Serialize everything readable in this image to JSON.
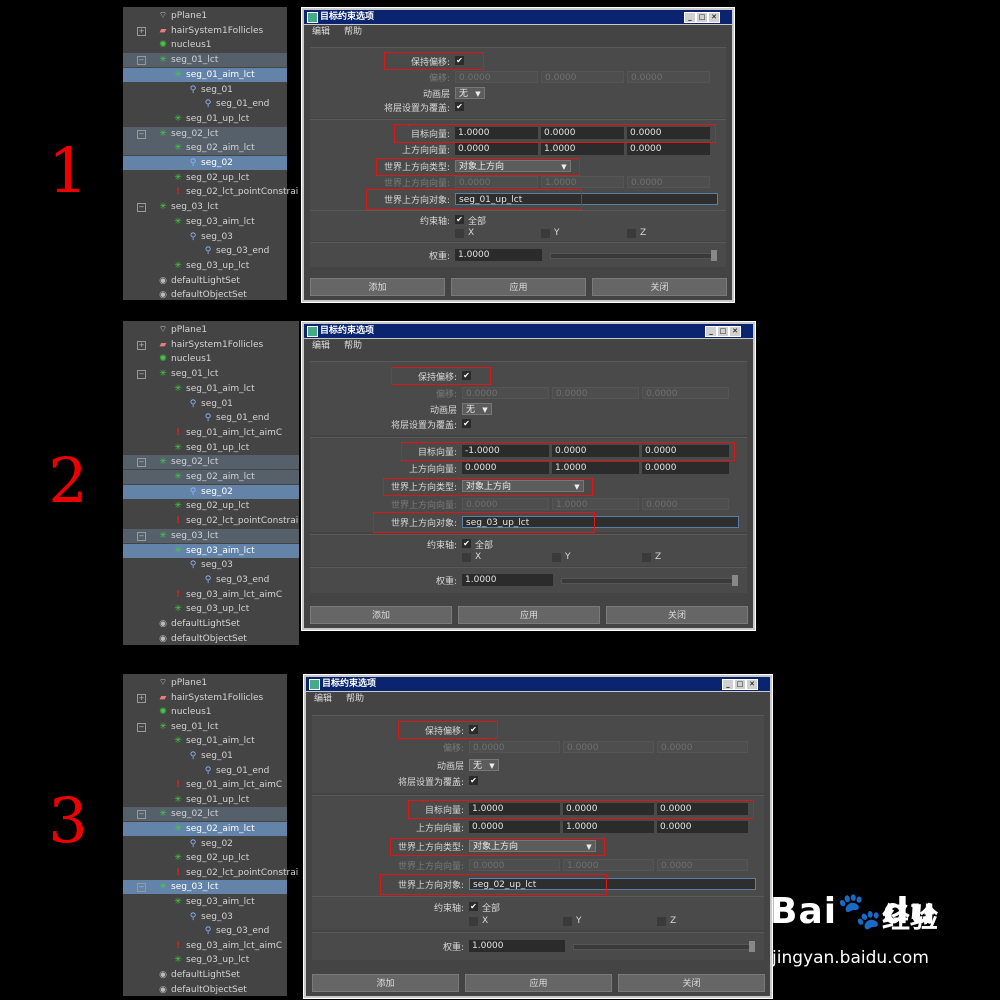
{
  "steps": [
    {
      "number": "1",
      "outliner": [
        {
          "label": "pPlane1",
          "icon": "plane-icon",
          "state": ""
        },
        {
          "label": "hairSystem1Follicles",
          "icon": "hair-system-icon",
          "state": ""
        },
        {
          "label": "nucleus1",
          "icon": "nucleus-icon",
          "state": ""
        },
        {
          "label": "seg_01_lct",
          "icon": "locator-icon",
          "state": "dim"
        },
        {
          "label": "seg_01_aim_lct",
          "icon": "locator-icon",
          "state": "sel"
        },
        {
          "label": "seg_01",
          "icon": "joint-icon",
          "state": ""
        },
        {
          "label": "seg_01_end",
          "icon": "joint-icon",
          "state": ""
        },
        {
          "label": "seg_01_up_lct",
          "icon": "locator-icon",
          "state": ""
        },
        {
          "label": "seg_02_lct",
          "icon": "locator-icon",
          "state": "dim"
        },
        {
          "label": "seg_02_aim_lct",
          "icon": "locator-icon",
          "state": "dim"
        },
        {
          "label": "seg_02",
          "icon": "joint-icon",
          "state": "sel"
        },
        {
          "label": "seg_02_up_lct",
          "icon": "locator-icon",
          "state": ""
        },
        {
          "label": "seg_02_lct_pointConstrai",
          "icon": "constraint-icon",
          "state": ""
        },
        {
          "label": "seg_03_lct",
          "icon": "locator-icon",
          "state": ""
        },
        {
          "label": "seg_03_aim_lct",
          "icon": "locator-icon",
          "state": ""
        },
        {
          "label": "seg_03",
          "icon": "joint-icon",
          "state": ""
        },
        {
          "label": "seg_03_end",
          "icon": "joint-icon",
          "state": ""
        },
        {
          "label": "seg_03_up_lct",
          "icon": "locator-icon",
          "state": ""
        },
        {
          "label": "defaultLightSet",
          "icon": "set-icon",
          "state": ""
        },
        {
          "label": "defaultObjectSet",
          "icon": "set-icon",
          "state": ""
        }
      ],
      "dialog": {
        "title": "目标约束选项",
        "menu": [
          "编辑",
          "帮助"
        ],
        "maintain_offset_label": "保持偏移:",
        "offset_label": "偏移:",
        "offset": [
          "0.0000",
          "0.0000",
          "0.0000"
        ],
        "anim_layer_label": "动画层",
        "anim_layer_value": "无",
        "override_label": "将层设置为覆盖:",
        "aim_vector_label": "目标向量:",
        "aim_vector": [
          "1.0000",
          "0.0000",
          "0.0000"
        ],
        "up_vector_label": "上方向向量:",
        "up_vector": [
          "0.0000",
          "1.0000",
          "0.0000"
        ],
        "world_up_type_label": "世界上方向类型:",
        "world_up_type": "对象上方向",
        "world_up_vector_label": "世界上方向向量:",
        "world_up_vector": [
          "0.0000",
          "1.0000",
          "0.0000"
        ],
        "world_up_object_label": "世界上方向对象:",
        "world_up_object": "seg_01_up_lct",
        "constraint_axes_label": "约束轴:",
        "all_label": "全部",
        "axes": [
          "X",
          "Y",
          "Z"
        ],
        "weight_label": "权重:",
        "weight": "1.0000",
        "buttons": [
          "添加",
          "应用",
          "关闭"
        ]
      }
    },
    {
      "number": "2",
      "outliner": [
        {
          "label": "pPlane1",
          "icon": "plane-icon",
          "state": ""
        },
        {
          "label": "hairSystem1Follicles",
          "icon": "hair-system-icon",
          "state": ""
        },
        {
          "label": "nucleus1",
          "icon": "nucleus-icon",
          "state": ""
        },
        {
          "label": "seg_01_lct",
          "icon": "locator-icon",
          "state": ""
        },
        {
          "label": "seg_01_aim_lct",
          "icon": "locator-icon",
          "state": ""
        },
        {
          "label": "seg_01",
          "icon": "joint-icon",
          "state": ""
        },
        {
          "label": "seg_01_end",
          "icon": "joint-icon",
          "state": ""
        },
        {
          "label": "seg_01_aim_lct_aimC",
          "icon": "constraint-icon",
          "state": ""
        },
        {
          "label": "seg_01_up_lct",
          "icon": "locator-icon",
          "state": ""
        },
        {
          "label": "seg_02_lct",
          "icon": "locator-icon",
          "state": "dim"
        },
        {
          "label": "seg_02_aim_lct",
          "icon": "locator-icon",
          "state": "dim"
        },
        {
          "label": "seg_02",
          "icon": "joint-icon",
          "state": "sel"
        },
        {
          "label": "seg_02_up_lct",
          "icon": "locator-icon",
          "state": ""
        },
        {
          "label": "seg_02_lct_pointConstrai",
          "icon": "constraint-icon",
          "state": ""
        },
        {
          "label": "seg_03_lct",
          "icon": "locator-icon",
          "state": "dim"
        },
        {
          "label": "seg_03_aim_lct",
          "icon": "locator-icon",
          "state": "sel"
        },
        {
          "label": "seg_03",
          "icon": "joint-icon",
          "state": ""
        },
        {
          "label": "seg_03_end",
          "icon": "joint-icon",
          "state": ""
        },
        {
          "label": "seg_03_aim_lct_aimC",
          "icon": "constraint-icon",
          "state": ""
        },
        {
          "label": "seg_03_up_lct",
          "icon": "locator-icon",
          "state": ""
        },
        {
          "label": "defaultLightSet",
          "icon": "set-icon",
          "state": ""
        },
        {
          "label": "defaultObjectSet",
          "icon": "set-icon",
          "state": ""
        }
      ],
      "dialog": {
        "title": "目标约束选项",
        "menu": [
          "编辑",
          "帮助"
        ],
        "maintain_offset_label": "保持偏移:",
        "offset_label": "偏移:",
        "offset": [
          "0.0000",
          "0.0000",
          "0.0000"
        ],
        "anim_layer_label": "动画层",
        "anim_layer_value": "无",
        "override_label": "将层设置为覆盖:",
        "aim_vector_label": "目标向量:",
        "aim_vector": [
          "-1.0000",
          "0.0000",
          "0.0000"
        ],
        "up_vector_label": "上方向向量:",
        "up_vector": [
          "0.0000",
          "1.0000",
          "0.0000"
        ],
        "world_up_type_label": "世界上方向类型:",
        "world_up_type": "对象上方向",
        "world_up_vector_label": "世界上方向向量:",
        "world_up_vector": [
          "0.0000",
          "1.0000",
          "0.0000"
        ],
        "world_up_object_label": "世界上方向对象:",
        "world_up_object": "seg_03_up_lct",
        "constraint_axes_label": "约束轴:",
        "all_label": "全部",
        "axes": [
          "X",
          "Y",
          "Z"
        ],
        "weight_label": "权重:",
        "weight": "1.0000",
        "buttons": [
          "添加",
          "应用",
          "关闭"
        ]
      }
    },
    {
      "number": "3",
      "outliner": [
        {
          "label": "pPlane1",
          "icon": "plane-icon",
          "state": ""
        },
        {
          "label": "hairSystem1Follicles",
          "icon": "hair-system-icon",
          "state": ""
        },
        {
          "label": "nucleus1",
          "icon": "nucleus-icon",
          "state": ""
        },
        {
          "label": "seg_01_lct",
          "icon": "locator-icon",
          "state": ""
        },
        {
          "label": "seg_01_aim_lct",
          "icon": "locator-icon",
          "state": ""
        },
        {
          "label": "seg_01",
          "icon": "joint-icon",
          "state": ""
        },
        {
          "label": "seg_01_end",
          "icon": "joint-icon",
          "state": ""
        },
        {
          "label": "seg_01_aim_lct_aimC",
          "icon": "constraint-icon",
          "state": ""
        },
        {
          "label": "seg_01_up_lct",
          "icon": "locator-icon",
          "state": ""
        },
        {
          "label": "seg_02_lct",
          "icon": "locator-icon",
          "state": "dim"
        },
        {
          "label": "seg_02_aim_lct",
          "icon": "locator-icon",
          "state": "sel"
        },
        {
          "label": "seg_02",
          "icon": "joint-icon",
          "state": ""
        },
        {
          "label": "seg_02_up_lct",
          "icon": "locator-icon",
          "state": ""
        },
        {
          "label": "seg_02_lct_pointConstrai",
          "icon": "constraint-icon",
          "state": ""
        },
        {
          "label": "seg_03_lct",
          "icon": "locator-icon",
          "state": "sel"
        },
        {
          "label": "seg_03_aim_lct",
          "icon": "locator-icon",
          "state": ""
        },
        {
          "label": "seg_03",
          "icon": "joint-icon",
          "state": ""
        },
        {
          "label": "seg_03_end",
          "icon": "joint-icon",
          "state": ""
        },
        {
          "label": "seg_03_aim_lct_aimC",
          "icon": "constraint-icon",
          "state": ""
        },
        {
          "label": "seg_03_up_lct",
          "icon": "locator-icon",
          "state": ""
        },
        {
          "label": "defaultLightSet",
          "icon": "set-icon",
          "state": ""
        },
        {
          "label": "defaultObjectSet",
          "icon": "set-icon",
          "state": ""
        }
      ],
      "dialog": {
        "title": "目标约束选项",
        "menu": [
          "编辑",
          "帮助"
        ],
        "maintain_offset_label": "保持偏移:",
        "offset_label": "偏移:",
        "offset": [
          "0.0000",
          "0.0000",
          "0.0000"
        ],
        "anim_layer_label": "动画层",
        "anim_layer_value": "无",
        "override_label": "将层设置为覆盖:",
        "aim_vector_label": "目标向量:",
        "aim_vector": [
          "1.0000",
          "0.0000",
          "0.0000"
        ],
        "up_vector_label": "上方向向量:",
        "up_vector": [
          "0.0000",
          "1.0000",
          "0.0000"
        ],
        "world_up_type_label": "世界上方向类型:",
        "world_up_type": "对象上方向",
        "world_up_vector_label": "世界上方向向量:",
        "world_up_vector": [
          "0.0000",
          "1.0000",
          "0.0000"
        ],
        "world_up_object_label": "世界上方向对象:",
        "world_up_object": "seg_02_up_lct",
        "constraint_axes_label": "约束轴:",
        "all_label": "全部",
        "axes": [
          "X",
          "Y",
          "Z"
        ],
        "weight_label": "权重:",
        "weight": "1.0000",
        "buttons": [
          "添加",
          "应用",
          "关闭"
        ]
      }
    }
  ],
  "watermark": {
    "brand": "Bai",
    "brand2": "du",
    "product": "经验",
    "url": "jingyan.baidu.com"
  },
  "colors": {
    "highlight": "#e01515",
    "arrow": "#f0922a",
    "selection": "#6383a8",
    "titlebar": "#0b2470",
    "step_number": "#e00000"
  }
}
